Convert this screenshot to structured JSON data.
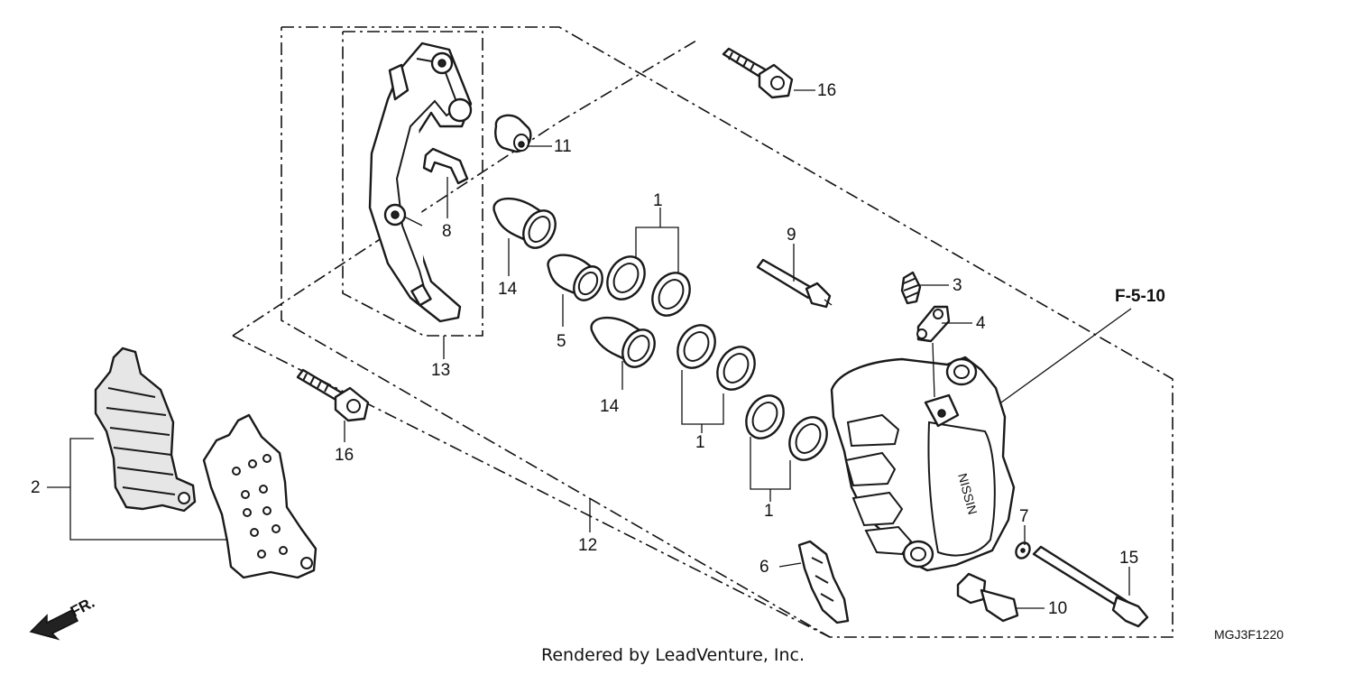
{
  "diagram": {
    "callouts": {
      "c1a": "1",
      "c1b": "1",
      "c1c": "1",
      "c2": "2",
      "c3": "3",
      "c4": "4",
      "c5": "5",
      "c6": "6",
      "c7": "7",
      "c8": "8",
      "c9": "9",
      "c10": "10",
      "c11": "11",
      "c12": "12",
      "c13": "13",
      "c14a": "14",
      "c14b": "14",
      "c15": "15",
      "c16a": "16",
      "c16b": "16"
    },
    "reference": "F-5-10",
    "direction": "FR.",
    "diagram_code": "MGJ3F1220",
    "caliper_brand": "NISSIN",
    "credit": "Rendered by LeadVenture, Inc."
  }
}
